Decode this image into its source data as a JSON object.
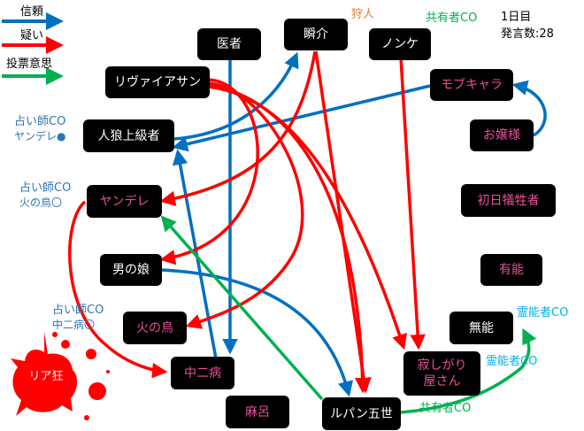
{
  "legend": [
    {
      "label": "信頼",
      "color": "#0070c0"
    },
    {
      "label": "疑い",
      "color": "#ff0000"
    },
    {
      "label": "投票意思",
      "color": "#00b050"
    }
  ],
  "info": {
    "day": "1日目",
    "utterances": "発言数:28"
  },
  "colors": {
    "trust": "#0070c0",
    "doubt": "#ff0000",
    "vote": "#00b050",
    "node_bg": "#000000",
    "dead_name": "#e8509a",
    "alive_name": "#ffffff",
    "seer_note": "#2e75b6",
    "medium_note": "#00b0f0",
    "hunter_note": "#ed7d31",
    "mason_note": "#00b050"
  },
  "nodes": {
    "ishi": {
      "label": "医者",
      "dead": false
    },
    "shunsuke": {
      "label": "瞬介",
      "dead": false
    },
    "nonke": {
      "label": "ノンケ",
      "dead": false
    },
    "leviathan": {
      "label": "リヴァイアサン",
      "dead": false
    },
    "mobchara": {
      "label": "モブキャラ",
      "dead": true
    },
    "jinro": {
      "label": "人狼上級者",
      "dead": false
    },
    "ojousama": {
      "label": "お嬢様",
      "dead": true
    },
    "yandere": {
      "label": "ヤンデレ",
      "dead": true
    },
    "shonichi": {
      "label": "初日犠牲者",
      "dead": true
    },
    "otokonoko": {
      "label": "男の娘",
      "dead": false
    },
    "yuunou": {
      "label": "有能",
      "dead": true
    },
    "hinotori": {
      "label": "火の鳥",
      "dead": true
    },
    "munou": {
      "label": "無能",
      "dead": false
    },
    "chuunibyou": {
      "label": "中二病",
      "dead": true
    },
    "sabishigari": {
      "label": "寂しがり屋さん",
      "dead": true
    },
    "maro": {
      "label": "麻呂",
      "dead": true
    },
    "lupin": {
      "label": "ルパン五世",
      "dead": false
    }
  },
  "notes": {
    "hunter": "狩人",
    "mason_top": "共有者CO",
    "seer1_title": "占い師CO",
    "seer1_result": "ヤンデレ●",
    "seer2_title": "占い師CO",
    "seer2_result": "火の鳥〇",
    "seer3_title": "占い師CO",
    "seer3_result": "中二病〇",
    "medium1": "霊能者CO",
    "medium2": "霊能者CO",
    "mason_bottom": "共有者CO"
  },
  "lynched": {
    "label": "リア狂"
  },
  "edges": [
    {
      "from": "jinro",
      "to": "shunsuke",
      "type": "trust"
    },
    {
      "from": "mobchara",
      "to": "jinro",
      "type": "trust"
    },
    {
      "from": "chuunibyou",
      "to": "jinro",
      "type": "trust"
    },
    {
      "from": "ishi",
      "to": "chuunibyou",
      "type": "trust"
    },
    {
      "from": "otokonoko",
      "to": "lupin",
      "type": "trust"
    },
    {
      "from": "ojousama",
      "to": "mobchara",
      "type": "trust"
    },
    {
      "from": "shunsuke",
      "to": "yandere",
      "type": "doubt"
    },
    {
      "from": "shunsuke",
      "to": "lupin",
      "type": "doubt"
    },
    {
      "from": "nonke",
      "to": "sabishigari",
      "type": "doubt"
    },
    {
      "from": "leviathan",
      "to": "otokonoko",
      "type": "doubt"
    },
    {
      "from": "leviathan",
      "to": "hinotori",
      "type": "doubt"
    },
    {
      "from": "leviathan",
      "to": "lupin",
      "type": "doubt"
    },
    {
      "from": "leviathan",
      "to": "sabishigari",
      "type": "doubt"
    },
    {
      "from": "yandere",
      "to": "chuunibyou",
      "type": "doubt"
    },
    {
      "from": "lupin",
      "to": "yandere",
      "type": "vote"
    },
    {
      "from": "lupin",
      "to": "munou",
      "type": "vote"
    }
  ]
}
